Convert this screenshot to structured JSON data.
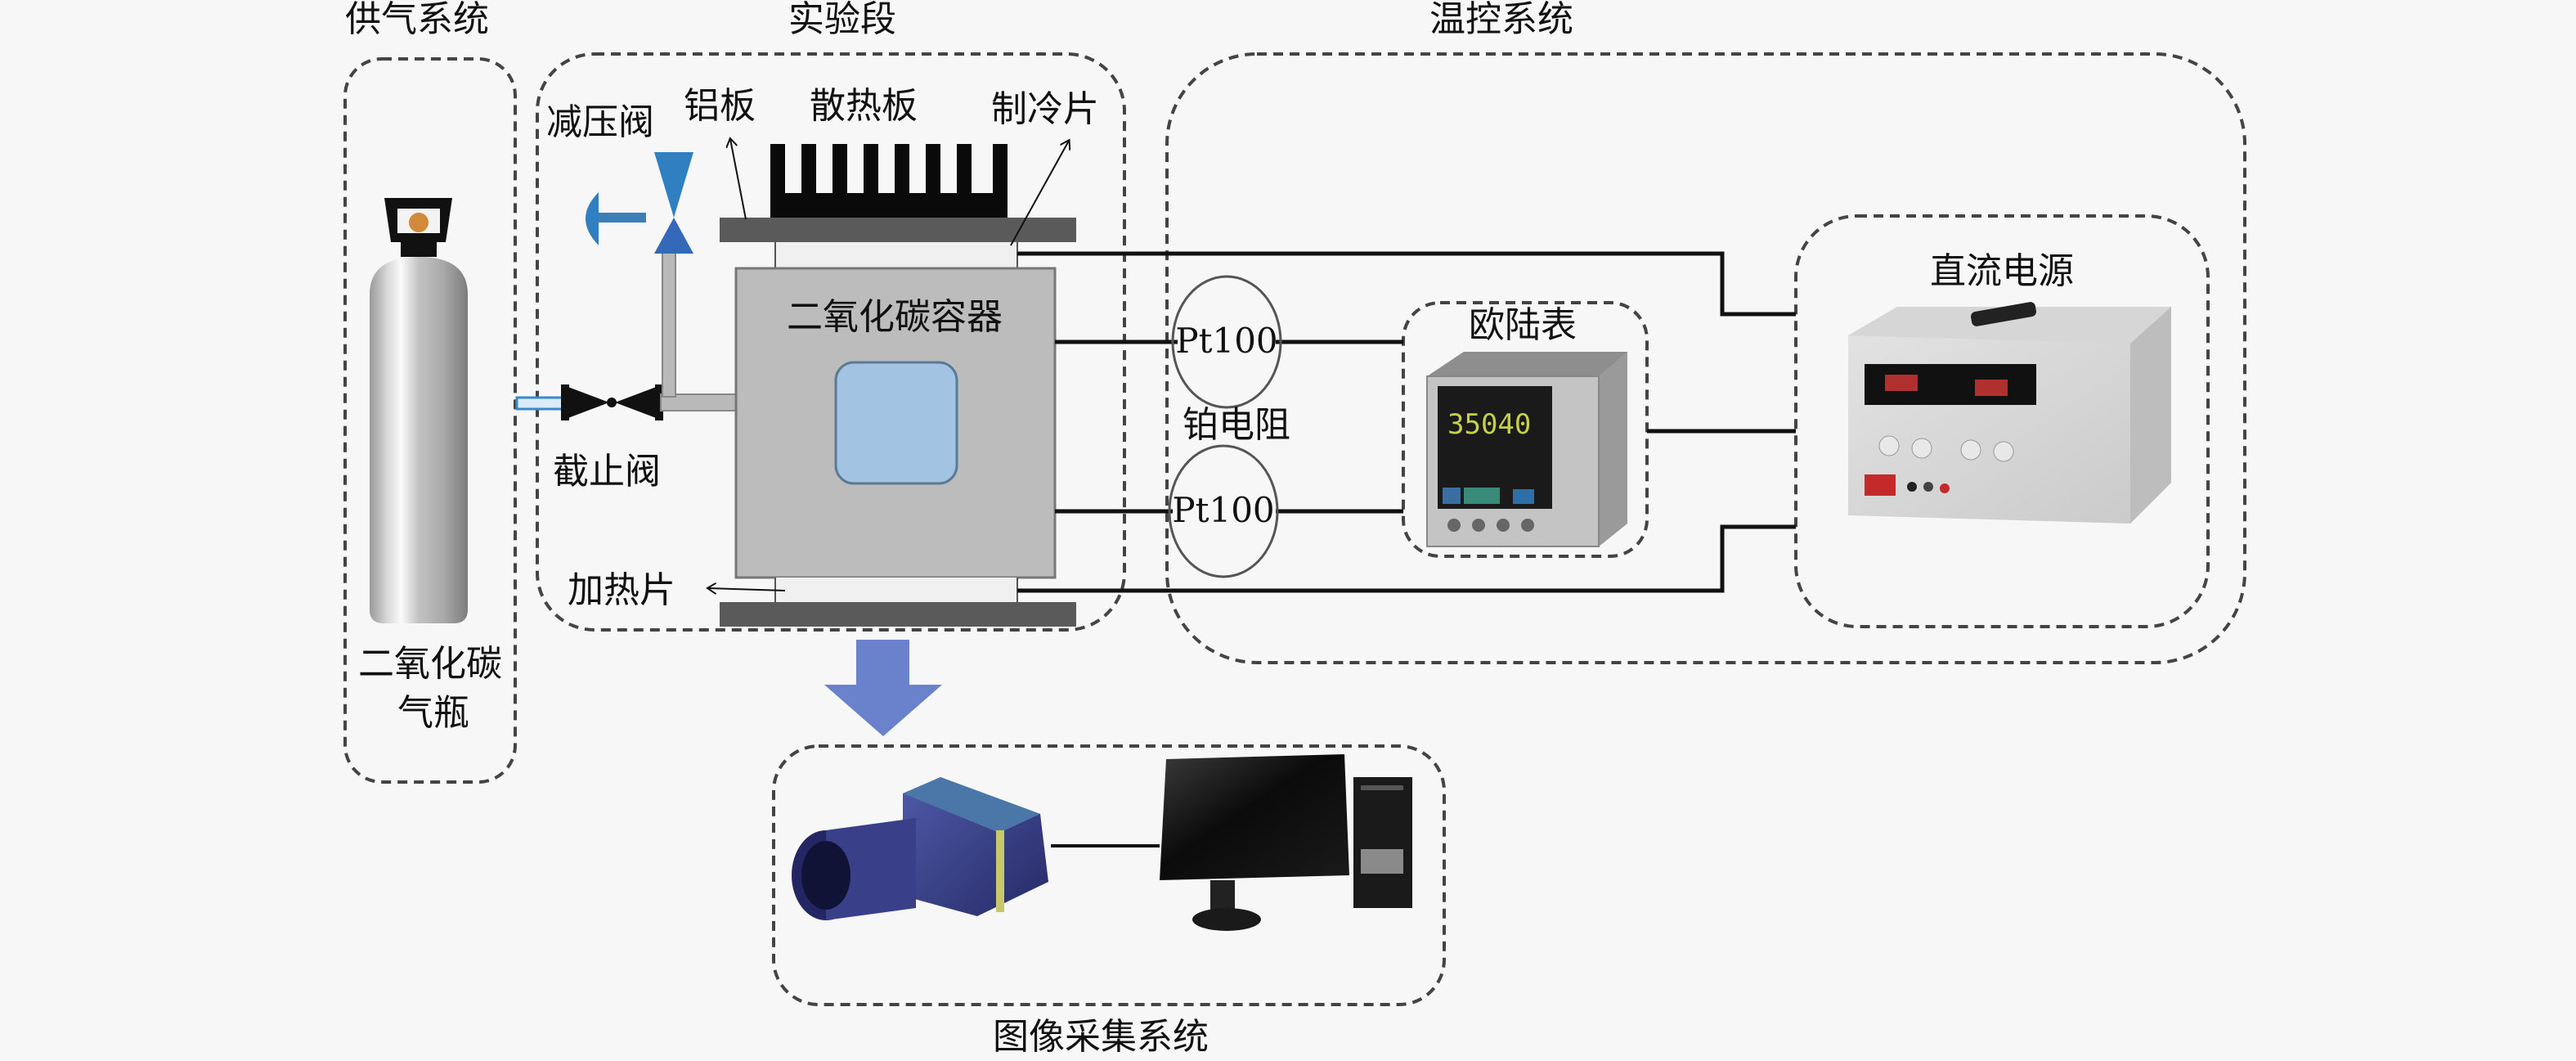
{
  "diagram": {
    "title": "CO2 visualization experiment setup",
    "subsystems": {
      "gas_supply": {
        "title": "供气系统",
        "cylinder_label_line1": "二氧化碳",
        "cylinder_label_line2": "气瓶"
      },
      "test_section": {
        "title": "实验段",
        "pressure_reducing_valve": "减压阀",
        "aluminum_plate": "铝板",
        "heat_sink": "散热板",
        "cooling_plate": "制冷片",
        "co2_container": "二氧化碳容器",
        "shutoff_valve": "截止阀",
        "heating_plate": "加热片"
      },
      "temperature_control": {
        "title": "温控系统",
        "sensor_top": "Pt100",
        "sensor_bottom": "Pt100",
        "sensor_group_label": "铂电阻",
        "controller": "欧陆表",
        "controller_display": "35040",
        "dc_power": "直流电源"
      },
      "image_acquisition": {
        "title": "图像采集系统"
      }
    },
    "colors": {
      "background": "#f7f7f7",
      "dashed_border": "#444444",
      "wire": "#111111",
      "plate": "#5a5a5a",
      "heat_sink": "#0a0a0a",
      "container": "#bcbcbc",
      "window": "#a2c4e2",
      "valve_blue": "#2f7fc1",
      "arrow_blue": "#6a82cc",
      "pipe": "#b9b9b9",
      "cylinder_body": "#c9c9c9",
      "camera_body": "#3a3f8a"
    }
  }
}
